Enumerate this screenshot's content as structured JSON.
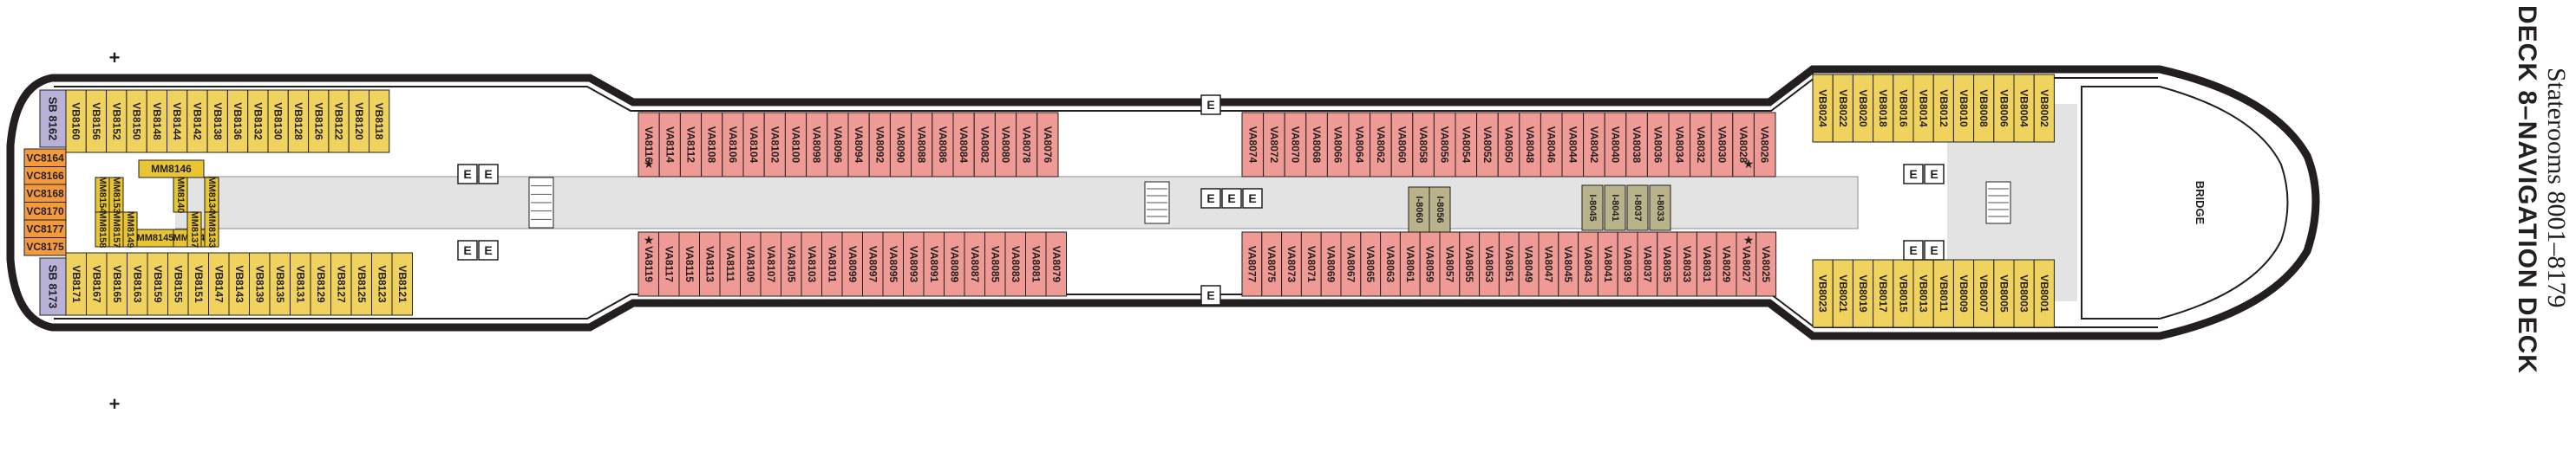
{
  "title": "DECK 8–NAVIGATION DECK",
  "subtitle": "Staterooms 8001–8179",
  "bridge_label": "BRIDGE",
  "colors": {
    "VA": "#ef9a95",
    "VB": "#f0d35e",
    "VC": "#f39a3e",
    "MM": "#e8c532",
    "SB": "#b9b2d8",
    "service": "#b8b38b",
    "corridor": "#e3e3e3",
    "outline": "#231f20"
  },
  "icons": {
    "elevator": "E",
    "accessible": "star-icon",
    "connecting": "circle-icon"
  },
  "rooms": {
    "aft_top": [
      "SB 8162",
      "VB8160",
      "VB8156",
      "VB8152",
      "VB8150",
      "VB8148",
      "VB8144",
      "VB8142",
      "VB8138",
      "VB8136",
      "VB8132",
      "VB8130",
      "VB8128",
      "VB8126",
      "VB8122",
      "VB8120",
      "VB8118"
    ],
    "aft_bottom": [
      "SB 8173",
      "VB8171",
      "VB8167",
      "VB8165",
      "VB8163",
      "VB8159",
      "VB8155",
      "VB8151",
      "VB8147",
      "VB8143",
      "VB8139",
      "VB8135",
      "VB8131",
      "VB8129",
      "VB8127",
      "VB8125",
      "VB8123",
      "VB8121"
    ],
    "aft_corner": [
      "VC8164",
      "VC8166",
      "VC8168",
      "VC8170",
      "VC8177",
      "VC8175"
    ],
    "aft_inner": [
      "MM8146",
      "MM8154",
      "MM8158",
      "MM8153",
      "MM8157",
      "MM8149",
      "MM8145",
      "MM8140",
      "MM8141",
      "MM8137",
      "MM8134",
      "MM8133"
    ],
    "mid_aft_top": [
      "VA8116",
      "VA8114",
      "VA8112",
      "VA8108",
      "VA8106",
      "VA8104",
      "VA8102",
      "VA8100",
      "VA8098",
      "VA8096",
      "VA8094",
      "VA8092",
      "VA8090",
      "VA8088",
      "VA8086",
      "VA8084",
      "VA8082",
      "VA8080",
      "VA8078",
      "VA8076"
    ],
    "mid_aft_bottom": [
      "VA8119",
      "VA8117",
      "VA8115",
      "VA8113",
      "VA8111",
      "VA8109",
      "VA8107",
      "VA8105",
      "VA8103",
      "VA8101",
      "VA8099",
      "VA8097",
      "VA8095",
      "VA8093",
      "VA8091",
      "VA8089",
      "VA8087",
      "VA8085",
      "VA8083",
      "VA8081",
      "VA8079"
    ],
    "mid_fwd_top": [
      "VA8074",
      "VA8072",
      "VA8070",
      "VA8068",
      "VA8066",
      "VA8064",
      "VA8062",
      "VA8060",
      "VA8058",
      "VA8056",
      "VA8054",
      "VA8052",
      "VA8050",
      "VA8048",
      "VA8046",
      "VA8044",
      "VA8042",
      "VA8040",
      "VA8038",
      "VA8036",
      "VA8034",
      "VA8032",
      "VA8030",
      "VA8028",
      "VA8026"
    ],
    "mid_fwd_bottom": [
      "VA8077",
      "VA8075",
      "VA8073",
      "VA8071",
      "VA8069",
      "VA8067",
      "VA8065",
      "VA8063",
      "VA8061",
      "VA8059",
      "VA8057",
      "VA8055",
      "VA8053",
      "VA8051",
      "VA8049",
      "VA8047",
      "VA8045",
      "VA8043",
      "VA8041",
      "VA8039",
      "VA8037",
      "VA8035",
      "VA8033",
      "VA8031",
      "VA8029",
      "VA8027",
      "VA8025"
    ],
    "fwd_top": [
      "VB8024",
      "VB8022",
      "VB8020",
      "VB8018",
      "VB8016",
      "VB8014",
      "VB8012",
      "VB8010",
      "VB8008",
      "VB8006",
      "VB8004",
      "VB8002"
    ],
    "fwd_bottom": [
      "VB8023",
      "VB8021",
      "VB8019",
      "VB8017",
      "VB8015",
      "VB8013",
      "VB8011",
      "VB8009",
      "VB8007",
      "VB8005",
      "VB8003",
      "VB8001"
    ],
    "center": [
      "I-8060",
      "I-8056",
      "I-8045",
      "I-8041",
      "I-8037",
      "I-8033"
    ]
  }
}
